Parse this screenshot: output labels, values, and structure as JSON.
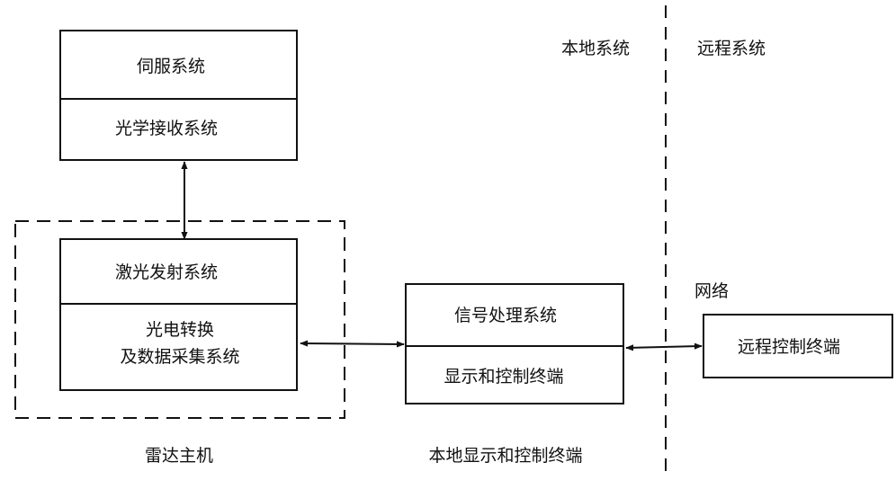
{
  "labels": {
    "local_system": "本地系统",
    "remote_system": "远程系统",
    "servo_system": "伺服系统",
    "optical_receiver": "光学接收系统",
    "laser_transmitter": "激光发射系统",
    "photoelectric_line1": "光电转换",
    "photoelectric_line2": "及数据采集系统",
    "signal_processing": "信号处理系统",
    "display_control": "显示和控制终端",
    "network": "网络",
    "remote_terminal": "远程控制终端",
    "radar_host": "雷达主机",
    "local_display_control": "本地显示和控制终端"
  }
}
